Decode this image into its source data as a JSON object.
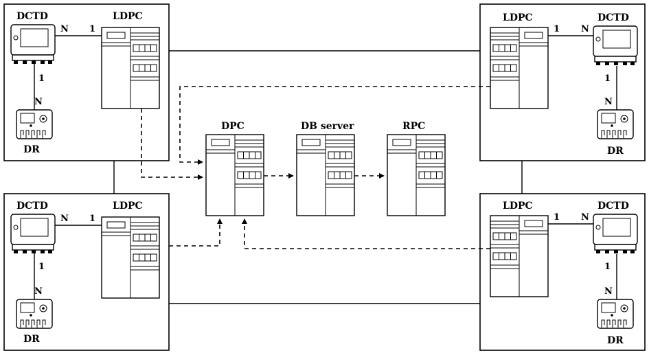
{
  "labels": {
    "dctd": "DCTD",
    "ldpc": "LDPC",
    "dr": "DR",
    "n": "N",
    "one": "1",
    "dpc": "DPC",
    "db_server": "DB server",
    "rpc": "RPC"
  }
}
